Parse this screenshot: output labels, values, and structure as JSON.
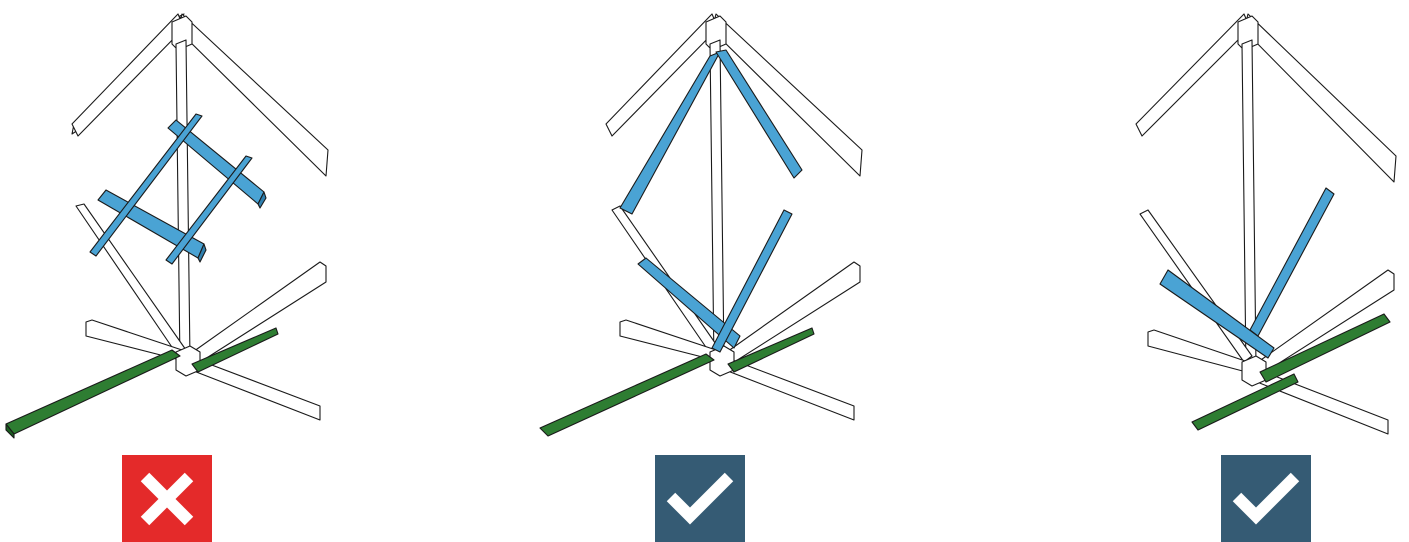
{
  "colors": {
    "background": "#ffffff",
    "frame_wood": "#ffffff",
    "frame_outline": "#1a1a1a",
    "brace_blue": "#4aa3d4",
    "base_green": "#2e7d32",
    "incorrect_badge": "#e42a2a",
    "correct_badge": "#355b74"
  },
  "panels": [
    {
      "id": "panel-1",
      "verdict": "incorrect",
      "icon": "cross-icon"
    },
    {
      "id": "panel-2",
      "verdict": "correct",
      "icon": "check-icon"
    },
    {
      "id": "panel-3",
      "verdict": "correct",
      "icon": "check-icon"
    }
  ]
}
